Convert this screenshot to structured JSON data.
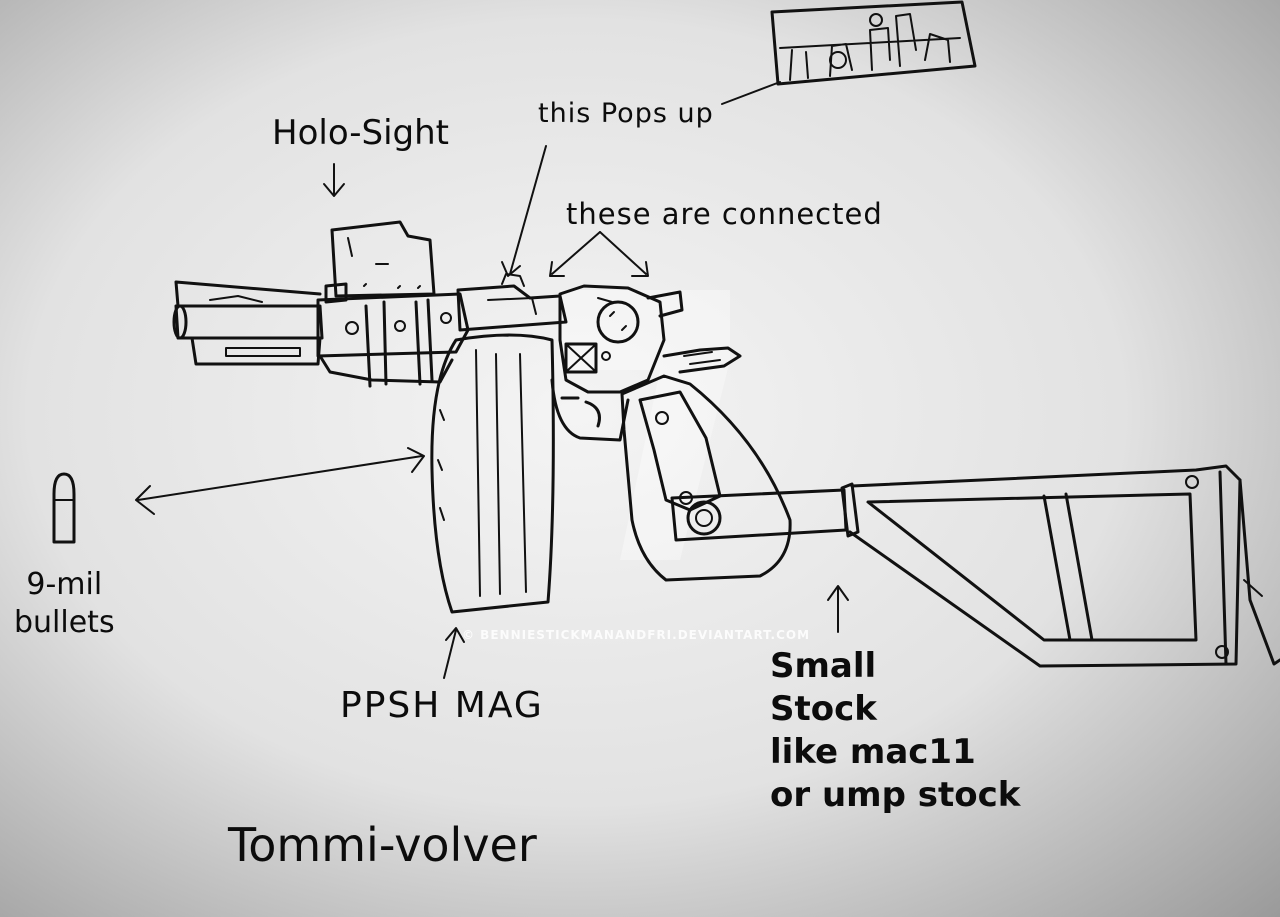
{
  "labels": {
    "holo_sight": "Holo-Sight",
    "pops_up": "this Pops up",
    "connected": "these are connected",
    "bullets_line1": "9-mil",
    "bullets_line2": "bullets",
    "mag": "PPSH MAG",
    "stock_line1": "Small",
    "stock_line2": "Stock",
    "stock_line3": "like mac11",
    "stock_line4": "or ump stock",
    "title": "Tommi-volver"
  },
  "watermark": "© BENNIESTICKMANANDFRI.DEVIANTART.COM",
  "colors": {
    "ink": "#111111",
    "paper": "#f0f0f0"
  }
}
